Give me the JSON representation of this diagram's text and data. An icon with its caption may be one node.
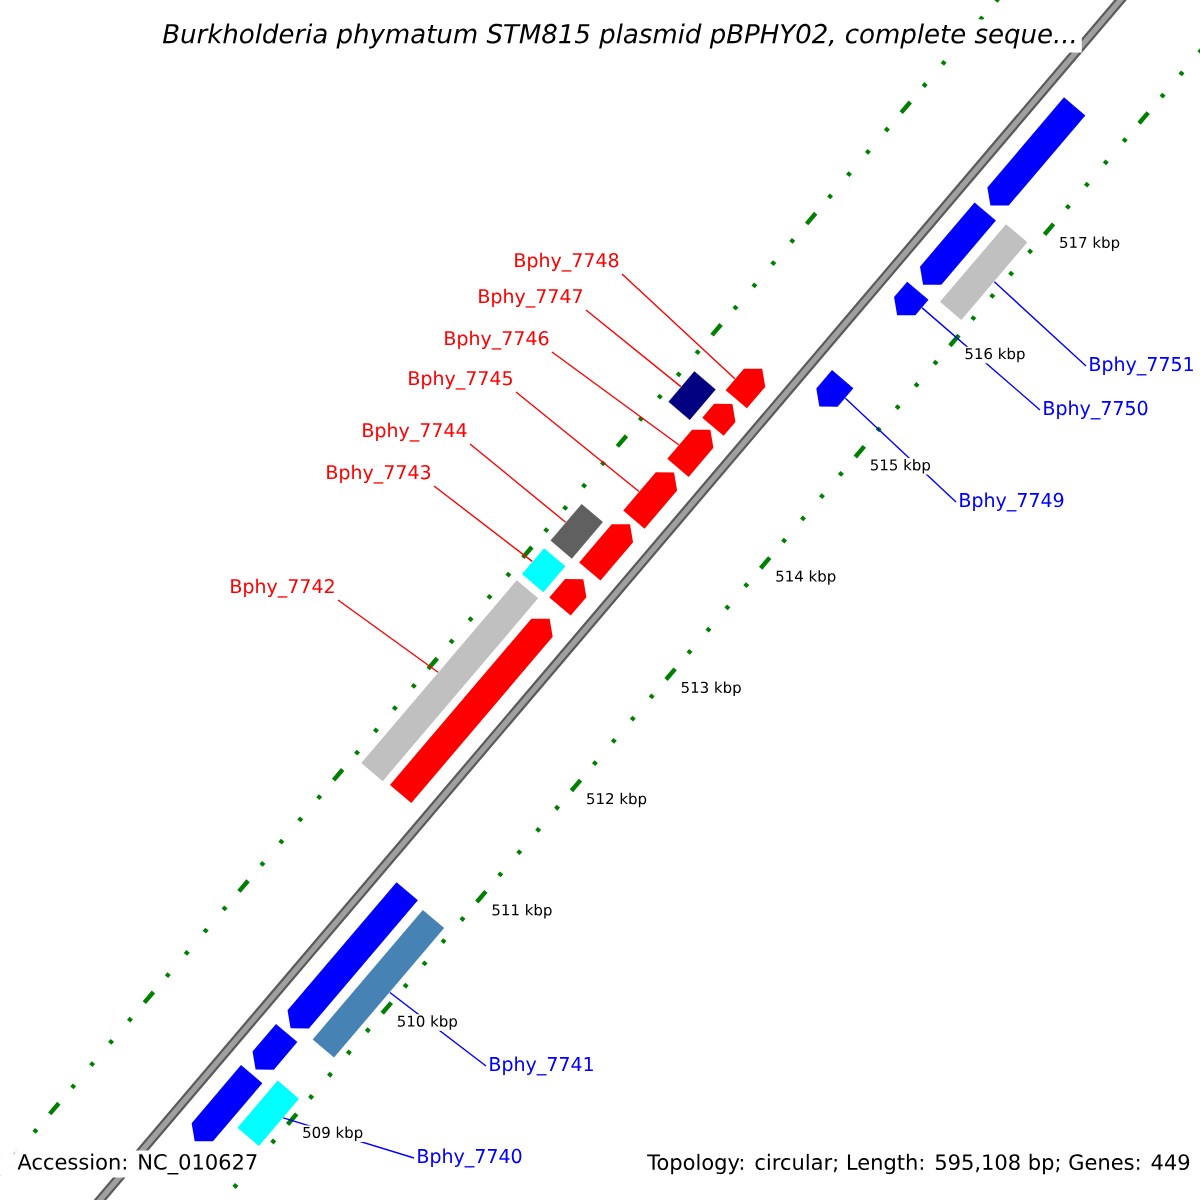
{
  "diagram": {
    "title": "Burkholderia phymatum STM815 plasmid pBPHY02, complete seque...",
    "nodes": [
      {
        "text": [
          "Bphy_7748"
        ]
      },
      {
        "text": [
          "Bphy_7747"
        ]
      },
      {
        "text": [
          "Bphy_7746"
        ]
      },
      {
        "text": [
          "Bphy_7745"
        ]
      },
      {
        "text": [
          "Bphy_7744"
        ]
      },
      {
        "text": [
          "Bphy_7743"
        ]
      },
      {
        "text": [
          "Bphy_7742"
        ]
      },
      {
        "text": [
          "Bphy_7751"
        ]
      },
      {
        "text": [
          "Bphy_7750"
        ]
      },
      {
        "text": [
          "Bphy_7749"
        ]
      },
      {
        "text": [
          "Bphy_7741"
        ]
      },
      {
        "text": [
          "Bphy_7740"
        ]
      },
      {
        "text": [],
        "shape": "pentagon"
      },
      {
        "text": [],
        "shape": "box"
      },
      {
        "text": [],
        "shape": "pentagon"
      },
      {
        "text": [],
        "shape": "pentagon"
      },
      {
        "text": [],
        "shape": "box"
      },
      {
        "text": [],
        "shape": "box"
      },
      {
        "text": [],
        "shape": "box"
      },
      {
        "text": [],
        "shape": "box"
      },
      {
        "text": [],
        "shape": "pentagon"
      },
      {
        "text": [],
        "shape": "pentagon"
      },
      {
        "text": [],
        "shape": "box"
      },
      {
        "text": [],
        "shape": "box"
      },
      {
        "text": [],
        "shape": "pentagon"
      },
      {
        "text": [],
        "shape": "pentagon"
      },
      {
        "text": [],
        "shape": "pentagon"
      },
      {
        "text": [],
        "shape": "pentagon"
      },
      {
        "text": [],
        "shape": "pentagon"
      },
      {
        "text": [],
        "shape": "pentagon"
      },
      {
        "text": [],
        "shape": "pentagon"
      },
      {
        "text": [],
        "shape": "pentagon"
      },
      {
        "text": [],
        "shape": "pentagon"
      }
    ],
    "edges": [
      {
        "from": 0,
        "to": 12,
        "arrow": "none"
      },
      {
        "from": 1,
        "to": 13,
        "arrow": "none"
      },
      {
        "from": 2,
        "to": 14,
        "arrow": "none"
      },
      {
        "from": 3,
        "to": 15,
        "arrow": "none"
      },
      {
        "from": 4,
        "to": 16,
        "arrow": "none"
      },
      {
        "from": 5,
        "to": 17,
        "arrow": "none"
      },
      {
        "from": 6,
        "to": 18,
        "arrow": "none"
      },
      {
        "from": 7,
        "to": 19,
        "arrow": "none",
        "color": "#0000ff"
      },
      {
        "from": 8,
        "to": 20,
        "arrow": "none",
        "color": "#0000ff"
      },
      {
        "from": 9,
        "to": 21,
        "arrow": "none",
        "color": "#0000ff"
      },
      {
        "from": 10,
        "to": 22,
        "arrow": "none",
        "color": "#0000ff"
      },
      {
        "from": 11,
        "to": 23,
        "arrow": "none",
        "color": "#0000ff"
      }
    ],
    "labels": [
      "509 kbp",
      "510 kbp",
      "511 kbp",
      "512 kbp",
      "513 kbp",
      "514 kbp",
      "515 kbp",
      "516 kbp",
      "517 kbp",
      "Accession: NC_010627",
      "Topology: circular; Length: 595,108 bp; Genes: 449"
    ]
  }
}
